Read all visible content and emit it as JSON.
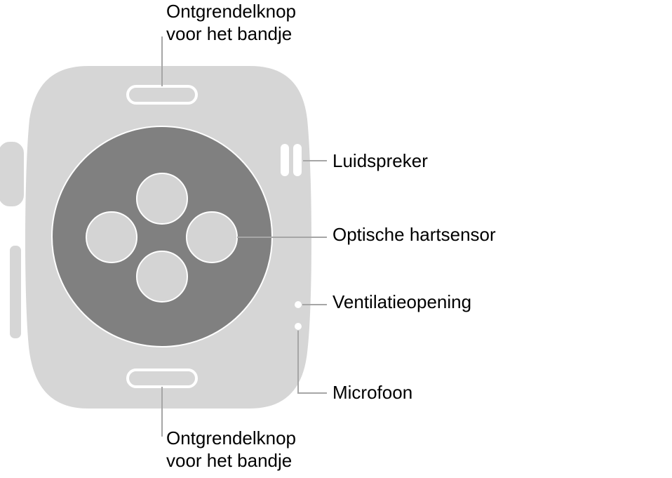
{
  "colors": {
    "case": "#d6d6d6",
    "case_edge": "#ffffff",
    "sensor_disc": "#808080",
    "sensor_lens": "#d4d4d4",
    "callout_line": "#a6a6a6",
    "text": "#000000"
  },
  "labels": {
    "band_release_top": {
      "line1": "Ontgrendelknop",
      "line2": "voor het bandje"
    },
    "speaker": "Luidspreker",
    "optical_heart_sensor": "Optische hartsensor",
    "vent": "Ventilatieopening",
    "microphone": "Microfoon",
    "band_release_bottom": {
      "line1": "Ontgrendelknop",
      "line2": "voor het bandje"
    }
  }
}
